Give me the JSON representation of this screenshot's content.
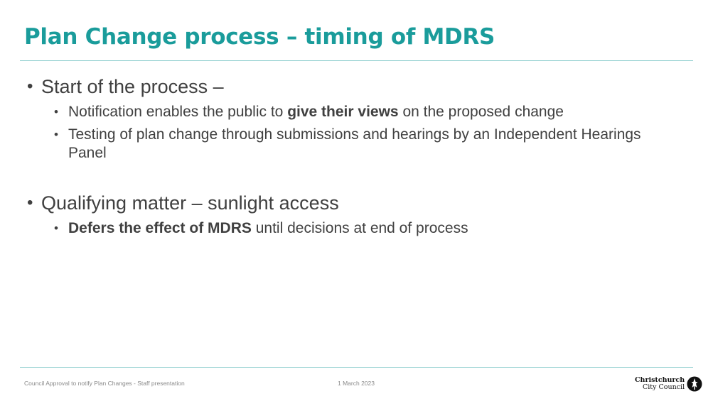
{
  "slide": {
    "title": "Plan Change process – timing of MDRS",
    "bullet_char": "•",
    "sections": [
      {
        "heading": "Start of the process –",
        "items": [
          {
            "before": "Notification enables the public to ",
            "bold": "give their views",
            "after": " on the proposed change"
          },
          {
            "before": "Testing of plan change through submissions and hearings by an Independent Hearings Panel",
            "bold": "",
            "after": ""
          }
        ]
      },
      {
        "heading": "Qualifying matter – sunlight access",
        "items": [
          {
            "before": "",
            "bold": "Defers the effect of MDRS",
            "after": " until decisions at end of process"
          }
        ]
      }
    ]
  },
  "footer": {
    "left_text": "Council Approval to notify Plan Changes - Staff presentation",
    "date": "1 March 2023",
    "logo_line1": "Christchurch",
    "logo_line2": "City Council"
  },
  "colors": {
    "title": "#1a9c9b",
    "rule": "#8fcfce",
    "body_text": "#404040"
  },
  "icons": {
    "logo": "christchurch-city-council-logo-icon"
  }
}
